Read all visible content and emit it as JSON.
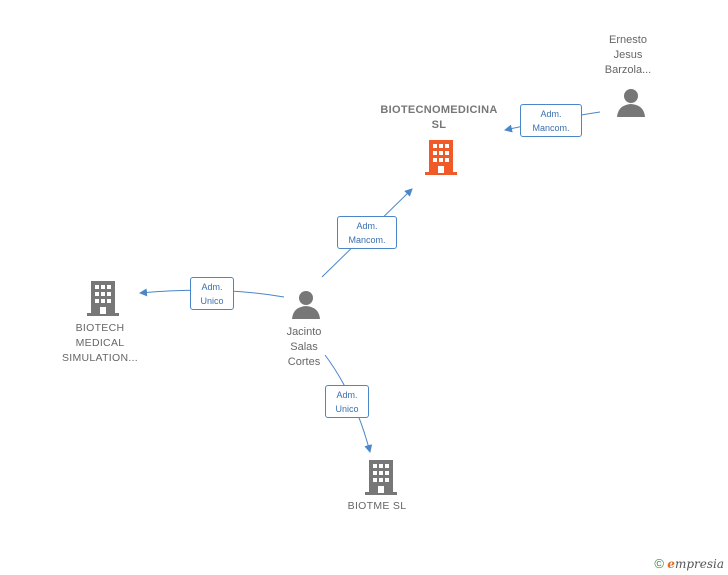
{
  "nodes": {
    "biotecnomedicina": {
      "label": "BIOTECNOMEDICINA\nSL",
      "type": "company",
      "color": "#f05a28"
    },
    "ernesto": {
      "label": "Ernesto\nJesus\nBarzola...",
      "type": "person",
      "color": "#777777"
    },
    "jacinto": {
      "label": "Jacinto\nSalas\nCortes",
      "type": "person",
      "color": "#777777"
    },
    "biotech_medical": {
      "label": "BIOTECH\nMEDICAL\nSIMULATION...",
      "type": "company",
      "color": "#777777"
    },
    "biotme": {
      "label": "BIOTME SL",
      "type": "company",
      "color": "#777777"
    }
  },
  "edges": {
    "ernesto_biotecno": {
      "label": "Adm.\nMancom."
    },
    "jacinto_biotecno": {
      "label": "Adm.\nMancom."
    },
    "jacinto_biotech": {
      "label": "Adm.\nUnico"
    },
    "jacinto_biotme": {
      "label": "Adm.\nUnico"
    }
  },
  "edge_color": "#4a86c8",
  "footer": {
    "copyright": "©",
    "brand_first": "e",
    "brand_rest": "mpresia"
  }
}
